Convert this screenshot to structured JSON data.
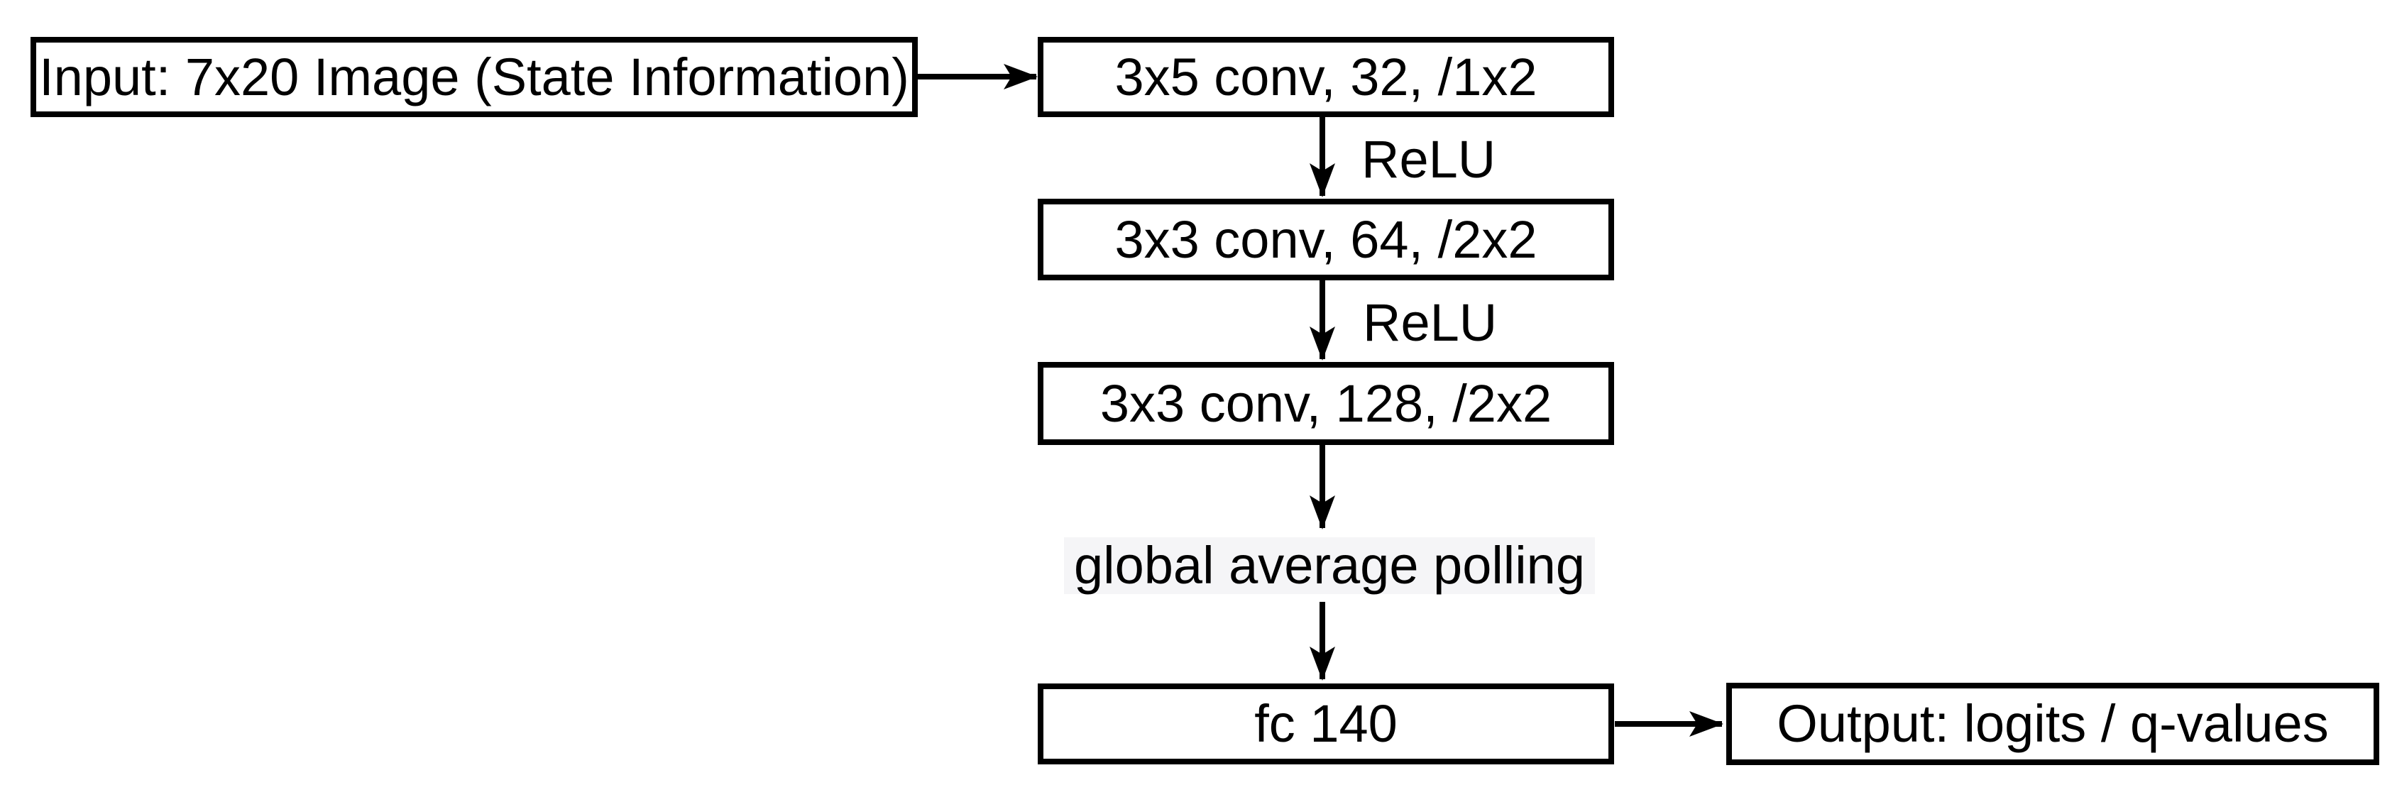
{
  "diagram": {
    "title": "CNN architecture flowchart",
    "background_color": "#ffffff",
    "stroke_color": "#000000",
    "gap_highlight_color": "#f5f5f7",
    "nodes": {
      "input": {
        "label": "Input: 7x20 Image (State Information)"
      },
      "conv1": {
        "label": "3x5 conv, 32, /1x2"
      },
      "conv2": {
        "label": "3x3 conv, 64, /2x2"
      },
      "conv3": {
        "label": "3x3 conv, 128, /2x2"
      },
      "gap": {
        "label": "global average polling"
      },
      "fc": {
        "label": "fc 140"
      },
      "output": {
        "label": "Output: logits / q-values"
      }
    },
    "edge_labels": {
      "relu1": "ReLU",
      "relu2": "ReLU"
    },
    "edges": [
      {
        "from": "input",
        "to": "conv1",
        "label": ""
      },
      {
        "from": "conv1",
        "to": "conv2",
        "label": "ReLU"
      },
      {
        "from": "conv2",
        "to": "conv3",
        "label": "ReLU"
      },
      {
        "from": "conv3",
        "to": "gap",
        "label": ""
      },
      {
        "from": "gap",
        "to": "fc",
        "label": ""
      },
      {
        "from": "fc",
        "to": "output",
        "label": ""
      }
    ]
  }
}
